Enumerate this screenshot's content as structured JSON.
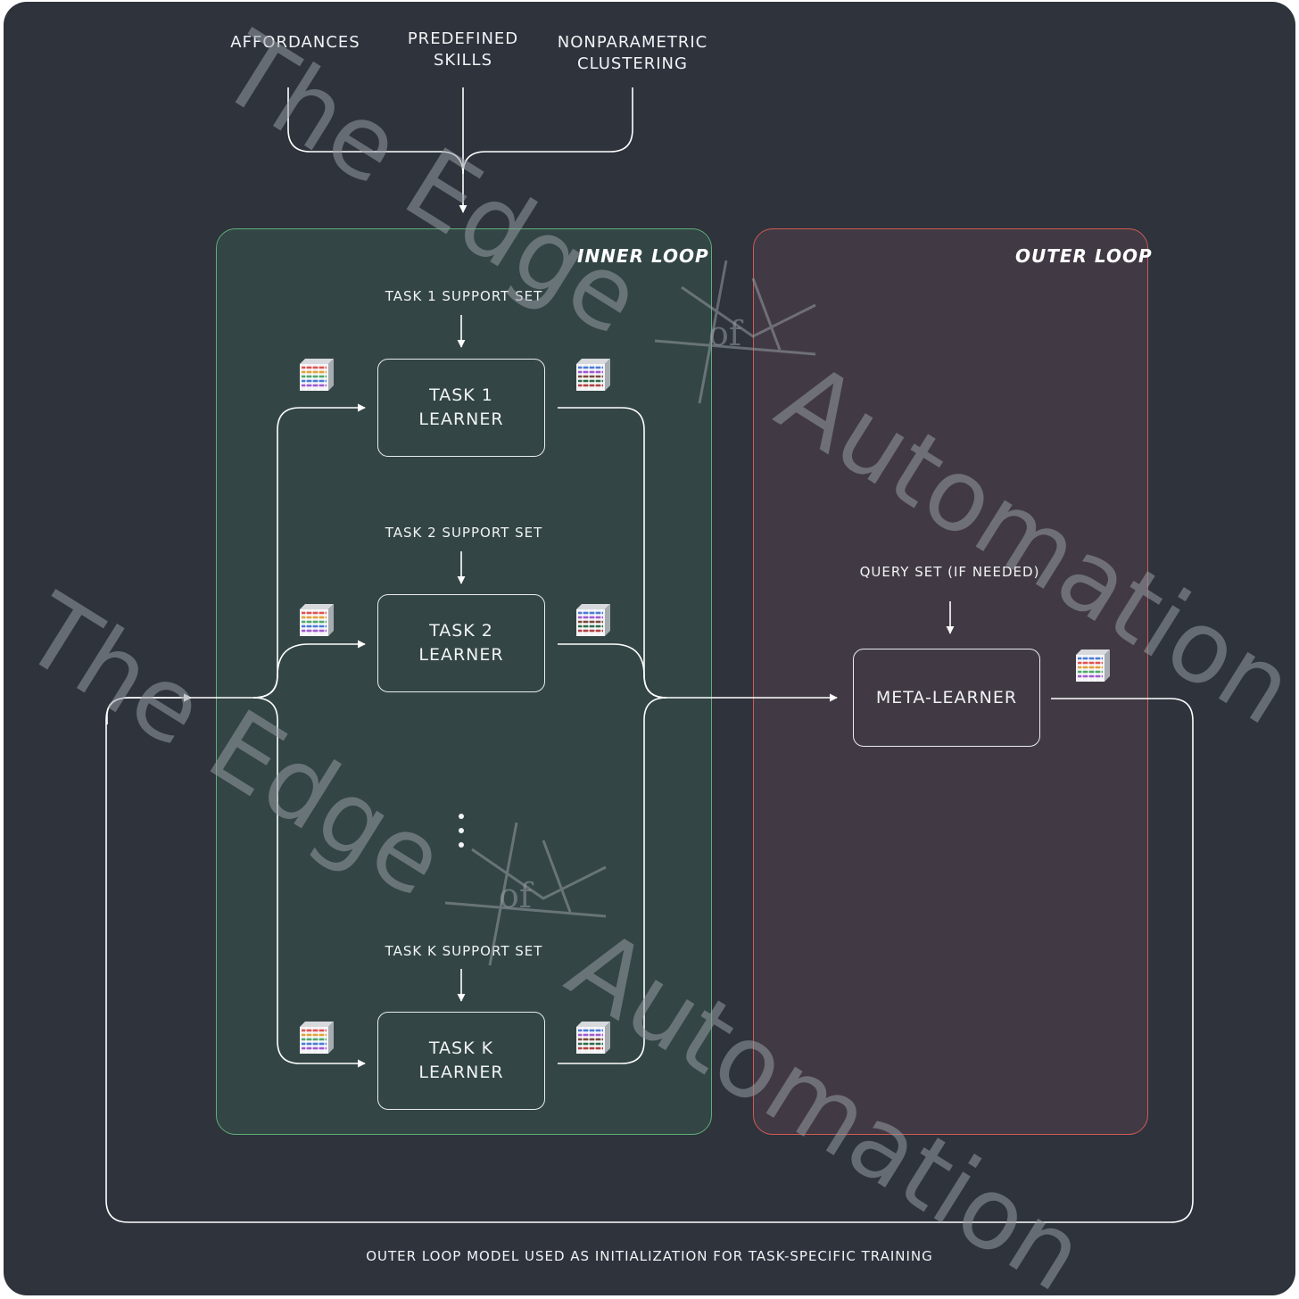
{
  "inputs": [
    {
      "line1": "AFFORDANCES",
      "line2": ""
    },
    {
      "line1": "PREDEFINED",
      "line2": "SKILLS"
    },
    {
      "line1": "NONPARAMETRIC",
      "line2": "CLUSTERING"
    }
  ],
  "inner_loop": {
    "title": "INNER LOOP",
    "tasks": [
      {
        "support_label": "TASK 1 SUPPORT SET",
        "line1": "TASK 1",
        "line2": "LEARNER"
      },
      {
        "support_label": "TASK 2 SUPPORT SET",
        "line1": "TASK 2",
        "line2": "LEARNER"
      },
      {
        "support_label": "TASK K SUPPORT SET",
        "line1": "TASK K",
        "line2": "LEARNER"
      }
    ]
  },
  "outer_loop": {
    "title": "OUTER LOOP",
    "query_label": "QUERY SET (IF NEEDED)",
    "meta_label": "META-LEARNER"
  },
  "caption": "OUTER LOOP MODEL USED AS INITIALIZATION FOR TASK-SPECIFIC TRAINING",
  "watermark": {
    "line1": "The Edge",
    "line2": "Automation",
    "monogram": "of"
  },
  "colors": {
    "background": "#2e333c",
    "inner_panel": "#334545",
    "inner_border": "#5fae78",
    "outer_panel": "#413a44",
    "outer_border": "#d05a55",
    "wire": "#ffffff"
  },
  "icons": [
    "tensor-cube-icon"
  ]
}
